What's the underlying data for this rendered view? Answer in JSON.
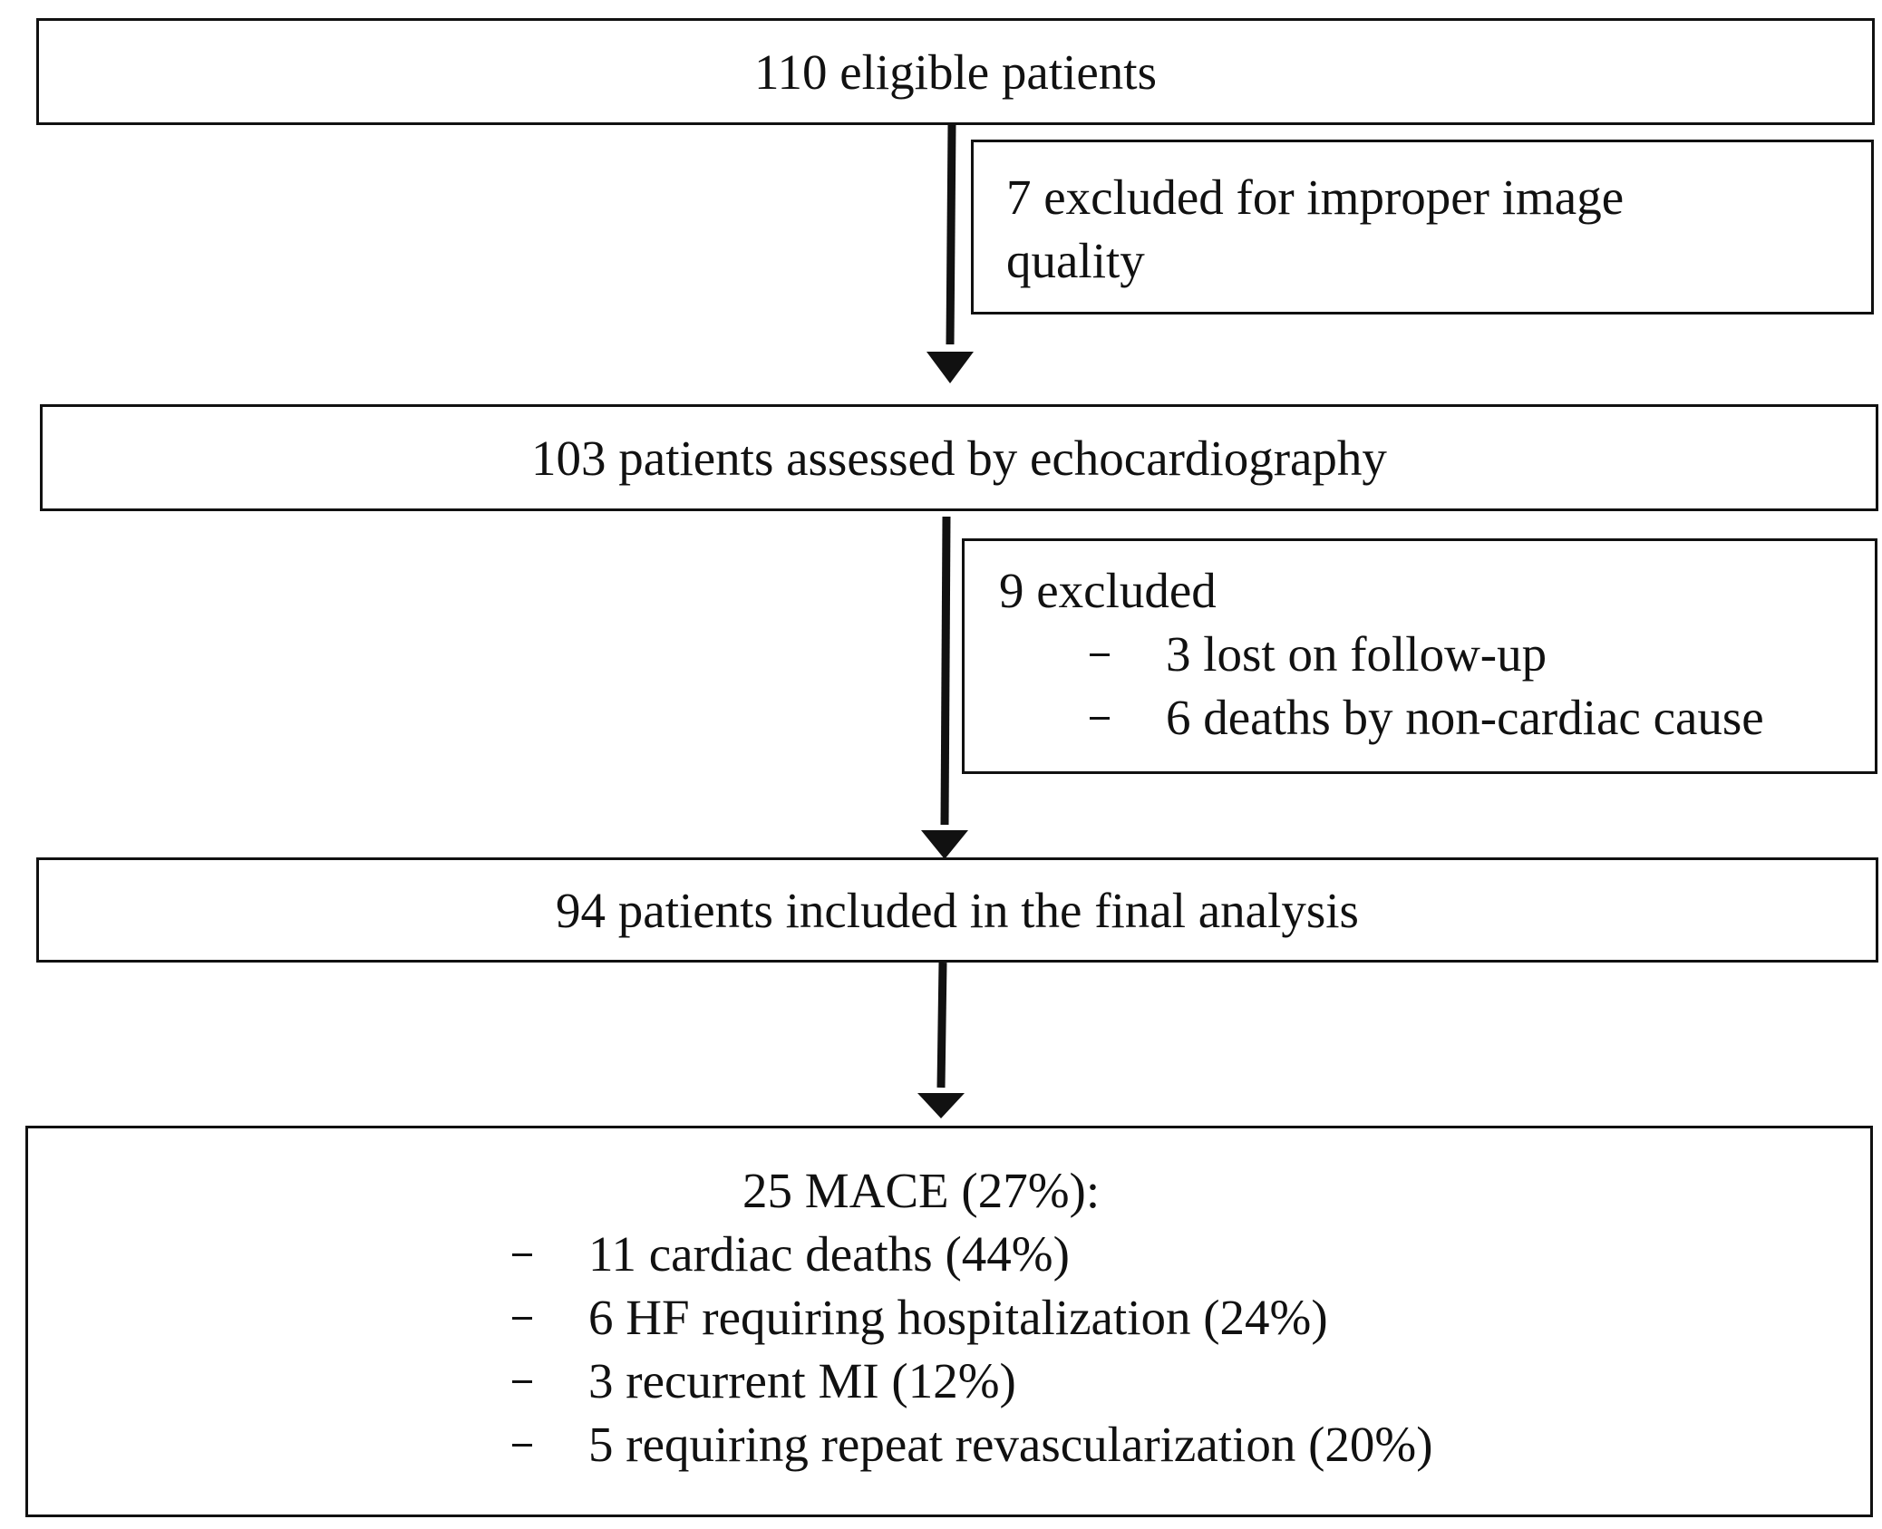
{
  "boxes": {
    "eligible": "110 eligible patients",
    "excluded_image_quality": "7 excluded for improper image quality",
    "assessed": "103 patients assessed by echocardiography",
    "excluded_followup": {
      "title": "9 excluded",
      "items": [
        "3 lost on follow-up",
        "6 deaths by non-cardiac cause"
      ]
    },
    "included": "94 patients included in the final analysis",
    "mace": {
      "title": "25 MACE (27%):",
      "items": [
        "11 cardiac deaths (44%)",
        "6 HF requiring hospitalization (24%)",
        "3 recurrent MI (12%)",
        "5 requiring repeat revascularization (20%)"
      ]
    }
  },
  "colors": {
    "line": "#111111",
    "background": "#ffffff"
  }
}
